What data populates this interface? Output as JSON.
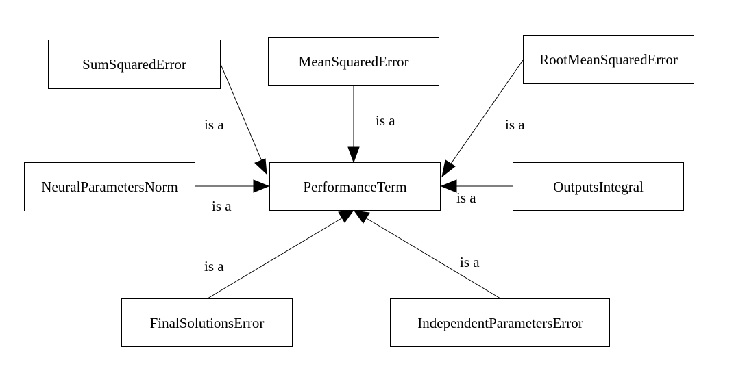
{
  "nodes": {
    "performance_term": "PerformanceTerm",
    "sum_squared_error": "SumSquaredError",
    "mean_squared_error": "MeanSquaredError",
    "root_mean_squared_error": "RootMeanSquaredError",
    "neural_parameters_norm": "NeuralParametersNorm",
    "outputs_integral": "OutputsIntegral",
    "final_solutions_error": "FinalSolutionsError",
    "independent_parameters_error": "IndependentParametersError"
  },
  "edges": {
    "sum_squared_error": "is a",
    "mean_squared_error": "is a",
    "root_mean_squared_error": "is a",
    "neural_parameters_norm": "is a",
    "outputs_integral": "is a",
    "final_solutions_error": "is a",
    "independent_parameters_error": "is a"
  }
}
